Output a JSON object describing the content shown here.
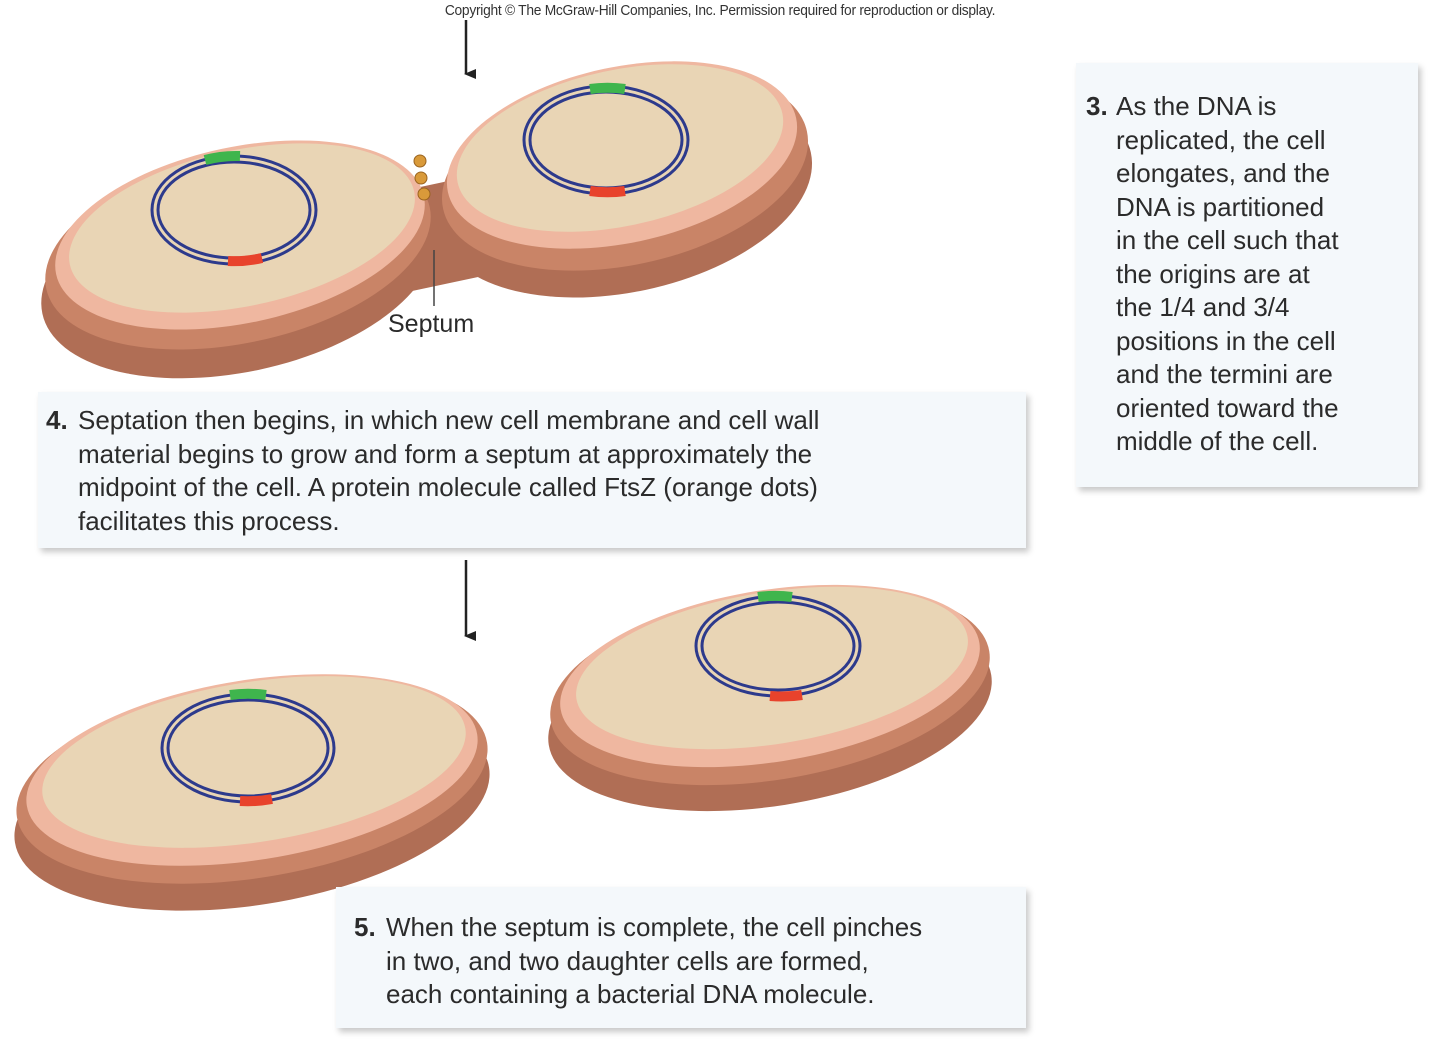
{
  "copyright": "Copyright © The McGraw-Hill Companies, Inc. Permission required for reproduction or display.",
  "labels": {
    "septum": "Septum"
  },
  "steps": [
    {
      "num": "3.",
      "text": "As the DNA is\nreplicated, the cell\nelongates, and the\nDNA is partitioned\nin the cell such that\nthe origins are at\nthe 1/4 and 3/4\npositions in the cell\nand the termini are\noriented toward the\nmiddle of the cell."
    },
    {
      "num": "4.",
      "text": "Septation then begins, in which new cell membrane and cell wall\nmaterial begins to grow and form a septum at approximately the\nmidpoint of the cell. A protein molecule called FtsZ (orange dots)\nfacilitates this process."
    },
    {
      "num": "5.",
      "text": "When the septum is complete, the cell pinches\nin two, and two daughter cells are formed,\neach containing a bacterial DNA molecule."
    }
  ],
  "colors": {
    "cell_wall": "#c98467",
    "cell_wall_dark": "#b06e55",
    "membrane": "#efb7a0",
    "cytoplasm": "#e9d5b5",
    "dna": "#2d3a8c",
    "origin": "#3fb54d",
    "terminus": "#e8432c",
    "ftsz": "#d99a3a",
    "box_bg": "#f4f8fb"
  }
}
